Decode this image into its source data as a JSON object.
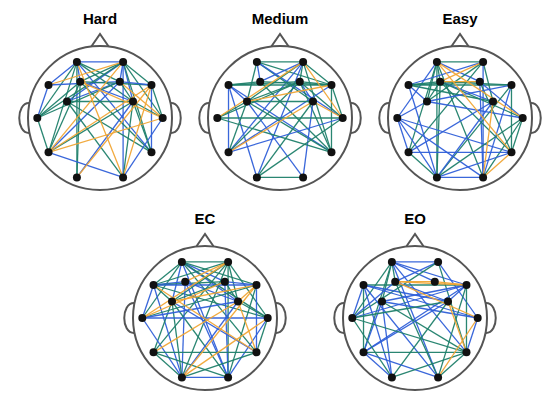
{
  "diagram": {
    "nodes": [
      {
        "text": [
          "Hard"
        ]
      },
      {
        "text": [
          "Medium"
        ]
      },
      {
        "text": [
          "Easy"
        ]
      },
      {
        "text": [
          "EC"
        ]
      },
      {
        "text": [
          "EO"
        ]
      }
    ]
  }
}
